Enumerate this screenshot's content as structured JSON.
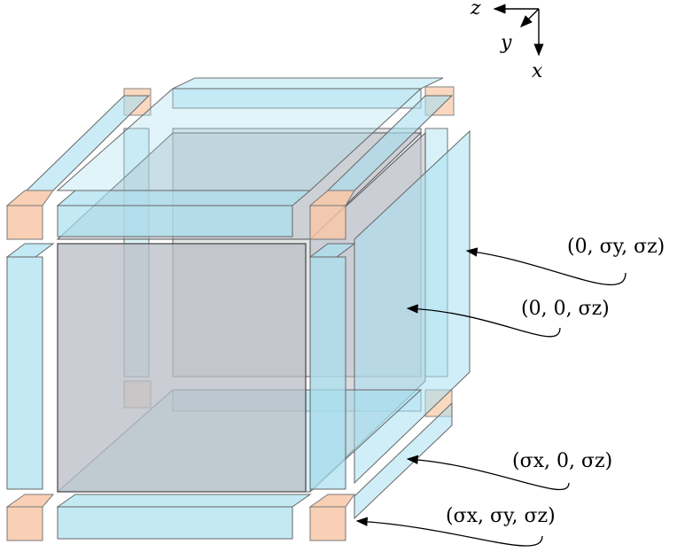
{
  "axes": {
    "z": "z",
    "y": "y",
    "x": "x"
  },
  "annotations": [
    {
      "id": "face-yz",
      "text": "(0, σy, σz)"
    },
    {
      "id": "face-z",
      "text": "(0, 0, σz)"
    },
    {
      "id": "edge-xz",
      "text": "(σx, 0, σz)"
    },
    {
      "id": "corner-xyz",
      "text": "(σx, σy, σz)"
    }
  ],
  "colors": {
    "core": "#b8bcc4",
    "edge": "#a8e0f0",
    "corner": "#f8c8a8",
    "stroke": "#555555"
  }
}
